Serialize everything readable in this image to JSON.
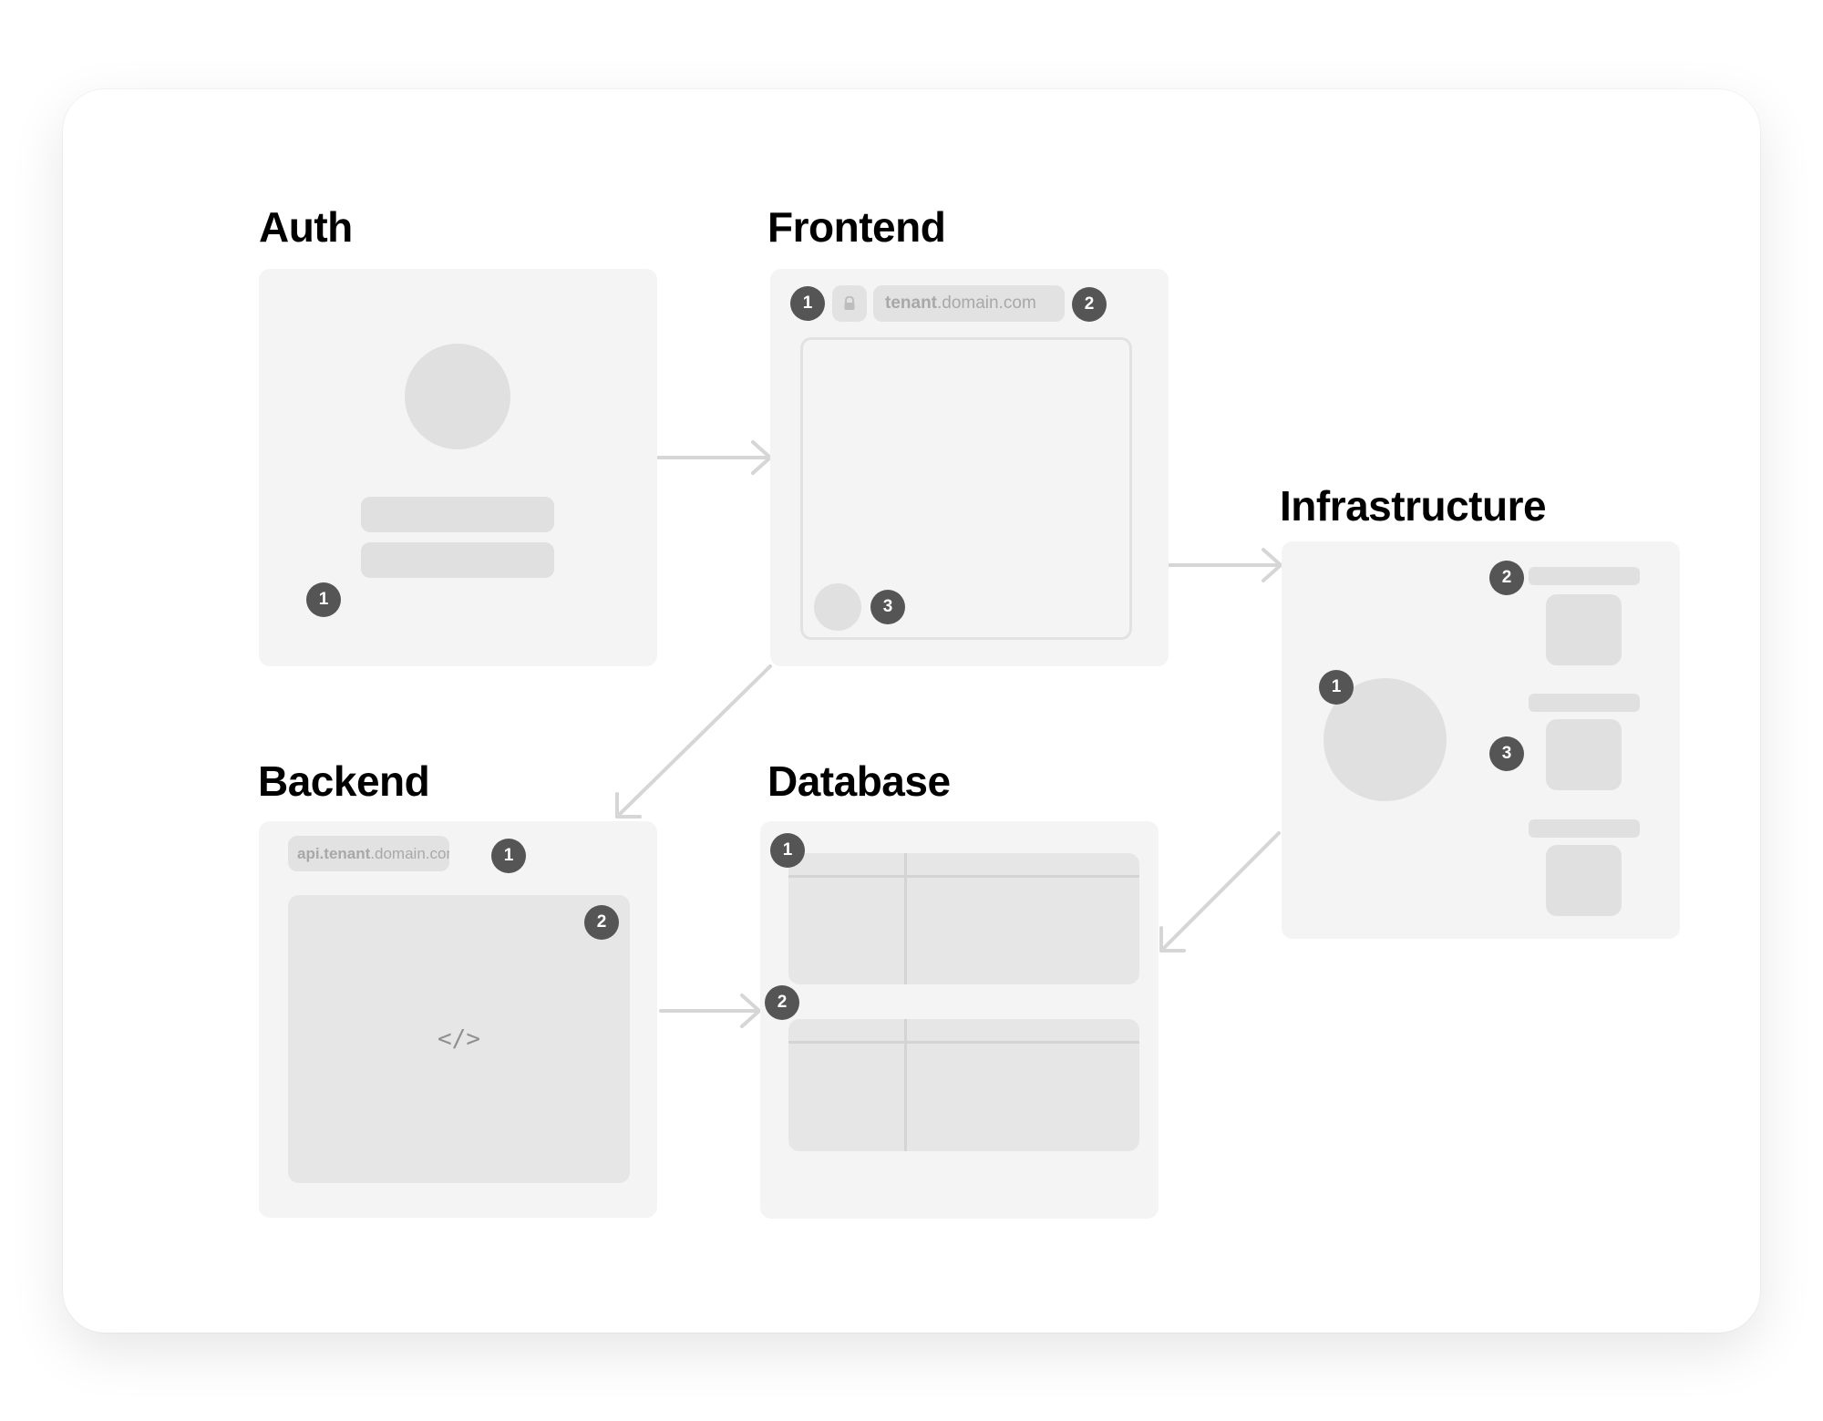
{
  "titles": {
    "auth": "Auth",
    "frontend": "Frontend",
    "infrastructure": "Infrastructure",
    "backend": "Backend",
    "database": "Database"
  },
  "auth": {
    "badge": "1"
  },
  "frontend": {
    "badges": [
      "1",
      "2",
      "3"
    ],
    "url_bold": "tenant",
    "url_rest": ".domain.com",
    "lock_icon": "lock-icon"
  },
  "infrastructure": {
    "badges": [
      "1",
      "2",
      "3"
    ]
  },
  "backend": {
    "badges": [
      "1",
      "2"
    ],
    "url_bold": "api.tenant",
    "url_rest": ".domain.com",
    "code_icon": "</>"
  },
  "database": {
    "badges": [
      "1",
      "2"
    ]
  },
  "colors": {
    "panel": "#f4f4f4",
    "placeholder": "#e0e0e0",
    "badge": "#555555",
    "arrow": "#d6d6d6"
  }
}
